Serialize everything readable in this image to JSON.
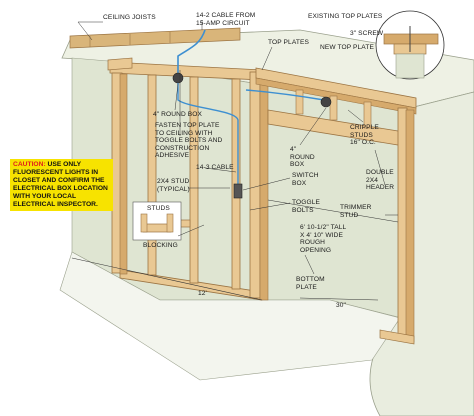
{
  "labels": {
    "ceiling_joists": "CEILING JOISTS",
    "cable_from_circuit": "14-2 CABLE FROM\n15-AMP CIRCUIT",
    "existing_top_plates": "EXISTING TOP PLATES",
    "dim_3in": "3\" SCREW",
    "new_top_plate": "NEW TOP PLATE",
    "top_plates": "TOP PLATES",
    "round_box_4in": "4\" ROUND BOX",
    "fasten_top_plate": "FASTEN TOP PLATE\nTO CEILING WITH\nTOGGLE BOLTS AND\nCONSTRUCTION\nADHESIVE",
    "round_box_right": "4\"\nROUND\nBOX",
    "cripple_studs": "CRIPPLE\nSTUDS\n16\" O.C.",
    "cable_14_3": "14-3 CABLE",
    "stud_2x4": "2x4 STUD\n(TYPICAL)",
    "switch_box": "SWITCH\nBOX",
    "double_header": "DOUBLE\n2x4\nHEADER",
    "toggle_bolts": "TOGGLE\nBOLTS",
    "trimmer_stud": "TRIMMER\nSTUD",
    "studs": "STUDS",
    "blocking": "BLOCKING",
    "rough_opening": "6' 10-1/2\" TALL\nx 4' 10\" WIDE\nROUGH\nOPENING",
    "bottom_plate": "BOTTOM\nPLATE",
    "dim_12ft": "12'",
    "dim_30in": "30\""
  },
  "caution": {
    "word": "CAUTION:",
    "text": " USE ONLY FLUORESCENT LIGHTS IN CLOSET AND CONFIRM THE ELECTRICAL BOX LOCATION WITH YOUR LOCAL ELECTRICAL INSPECTOR."
  },
  "colors": {
    "wood": "#e9c893",
    "wood_dark": "#c9975a",
    "wall": "#dfe5d2",
    "ceiling": "#eef1e4",
    "cable": "#3d8fd1",
    "caution_bg": "#f7e300",
    "caution_word": "#e0211b"
  }
}
